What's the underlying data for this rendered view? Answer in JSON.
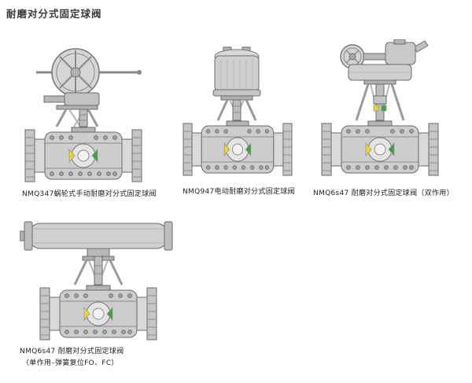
{
  "page": {
    "title": "耐磨对分式固定球阀"
  },
  "figures": [
    {
      "id": "NMQ347",
      "caption": "NMQ347蜗轮式手动耐磨对分式固定球阀"
    },
    {
      "id": "NMQ947",
      "caption": "NMQ947电动耐磨对分式固定球阀"
    },
    {
      "id": "NMQ6s47-double",
      "caption": "NMQ6s47 耐磨对分式固定球阀（双作用）"
    },
    {
      "id": "NMQ6s47-single",
      "caption": "NMQ6s47 耐磨对分式固定球阀",
      "caption_line2": "（单作用–弹簧复位FO、FC）"
    }
  ],
  "colors": {
    "seat_yellow": "#e8d62a",
    "seat_green": "#3f9e3f",
    "outline_gray": "#6b6b6b",
    "metal_light": "#d6d6d6",
    "metal_mid": "#c6c6c6"
  }
}
